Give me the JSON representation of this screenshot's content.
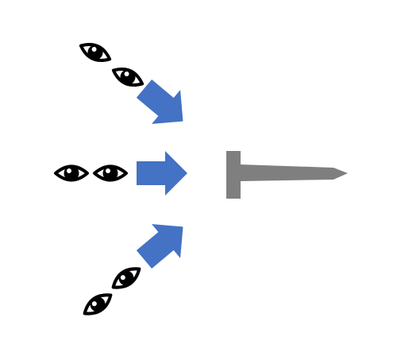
{
  "colors": {
    "background": "#ffffff",
    "eye_outline": "#000000",
    "eye_fill": "#ffffff",
    "arrow": "#4472c4",
    "nail": "#7f7f7f"
  },
  "elements": {
    "viewer_groups": [
      {
        "name": "upper-left",
        "eyes": 2,
        "icon": "eye-icon"
      },
      {
        "name": "left",
        "eyes": 2,
        "icon": "eye-icon"
      },
      {
        "name": "lower-left",
        "eyes": 2,
        "icon": "eye-icon"
      }
    ],
    "arrows": [
      {
        "name": "upper-left",
        "direction": "down-right",
        "icon": "arrow-icon"
      },
      {
        "name": "left",
        "direction": "right",
        "icon": "arrow-icon"
      },
      {
        "name": "lower-left",
        "direction": "up-right",
        "icon": "arrow-icon"
      }
    ],
    "target": {
      "icon": "nail-icon"
    }
  }
}
